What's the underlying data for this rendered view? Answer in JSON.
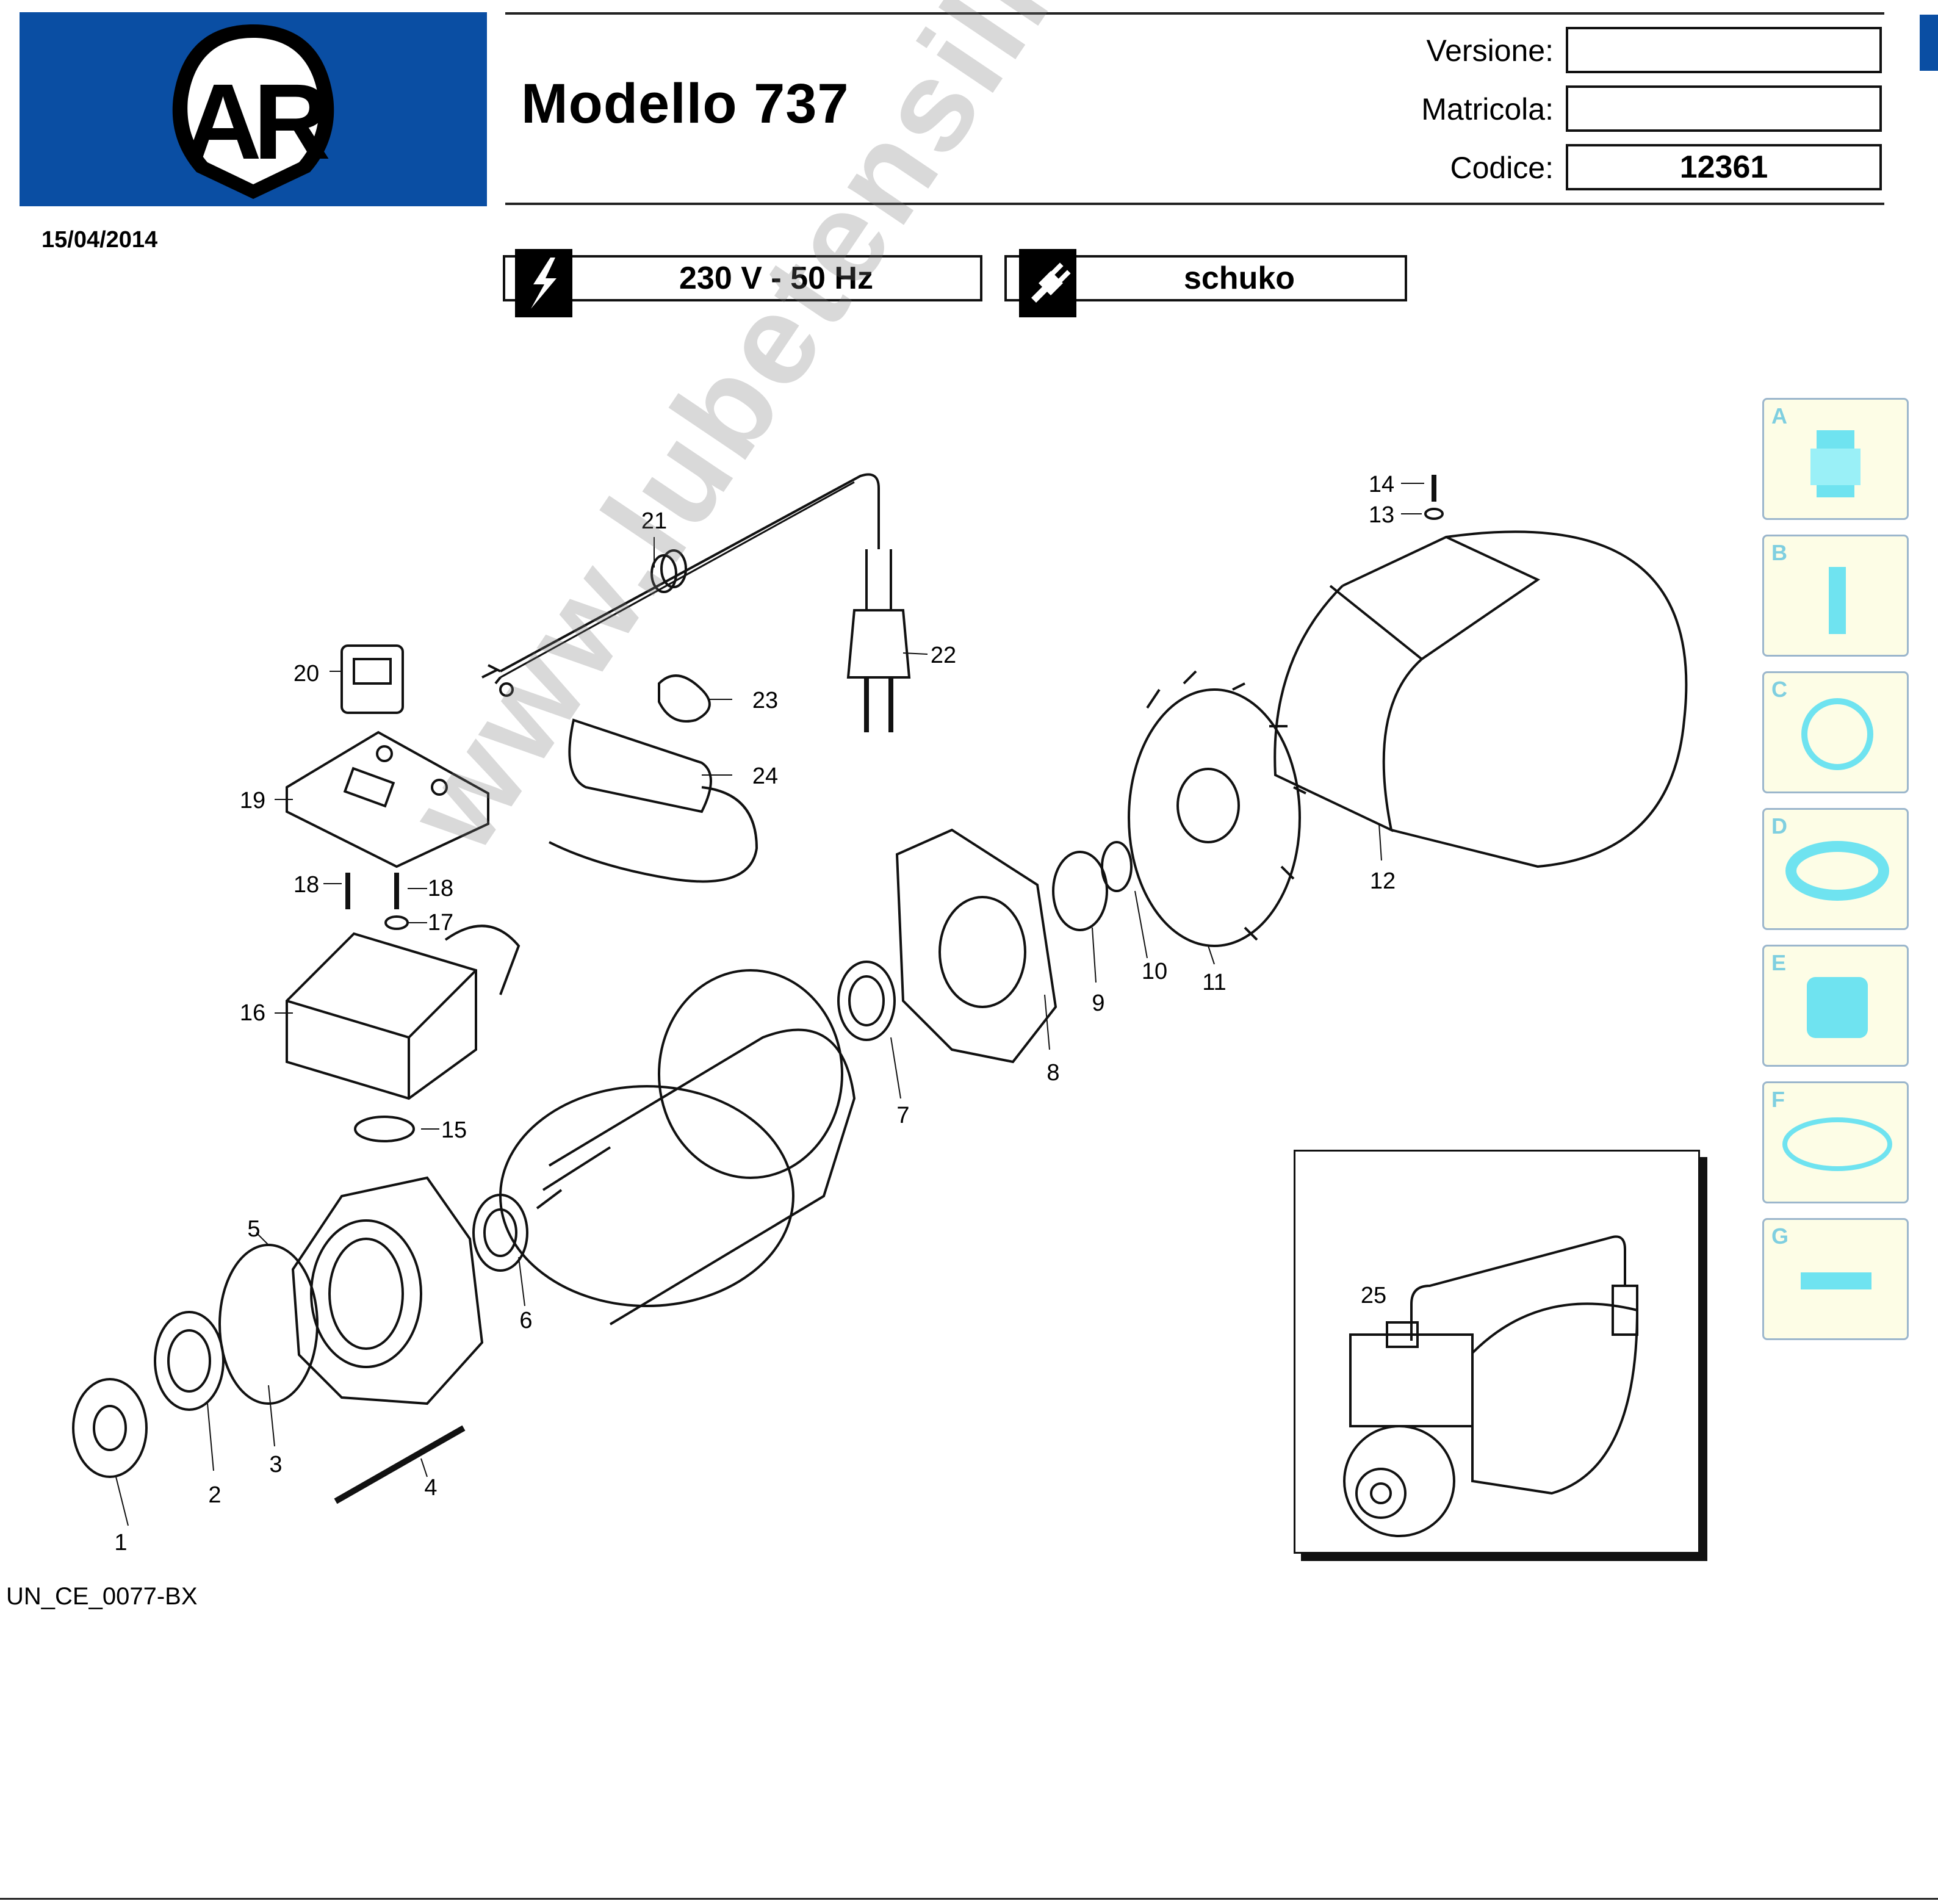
{
  "header": {
    "logo_text": "AR",
    "model_title": "Modello 737",
    "fields": [
      {
        "label": "Versione:",
        "value": ""
      },
      {
        "label": "Matricola:",
        "value": ""
      },
      {
        "label": "Codice:",
        "value": "12361"
      }
    ],
    "date": "15/04/2014"
  },
  "specs": {
    "voltage": "230 V - 50 Hz",
    "voltage_icon": "lightning-icon",
    "plug": "schuko",
    "plug_icon": "plug-icon"
  },
  "drawing": {
    "code": "UN_CE_0077-BX",
    "watermark": "www.lubetensili.com",
    "callouts": [
      "1",
      "2",
      "3",
      "4",
      "5",
      "6",
      "7",
      "8",
      "9",
      "10",
      "11",
      "12",
      "13",
      "14",
      "15",
      "16",
      "17",
      "18",
      "18",
      "19",
      "20",
      "21",
      "22",
      "23",
      "24",
      "25"
    ]
  },
  "side_tabs": [
    {
      "letter": "A",
      "icon": "motor-icon"
    },
    {
      "letter": "B",
      "icon": "cylinder-icon"
    },
    {
      "letter": "C",
      "icon": "gasket-ring-icon"
    },
    {
      "letter": "D",
      "icon": "seal-icon"
    },
    {
      "letter": "E",
      "icon": "bellows-icon"
    },
    {
      "letter": "F",
      "icon": "o-ring-icon"
    },
    {
      "letter": "G",
      "icon": "bracket-icon"
    }
  ],
  "colors": {
    "brand_blue": "#0a4ea3",
    "tab_background": "#fdfde6",
    "tab_icon": "#6fe3f0"
  }
}
